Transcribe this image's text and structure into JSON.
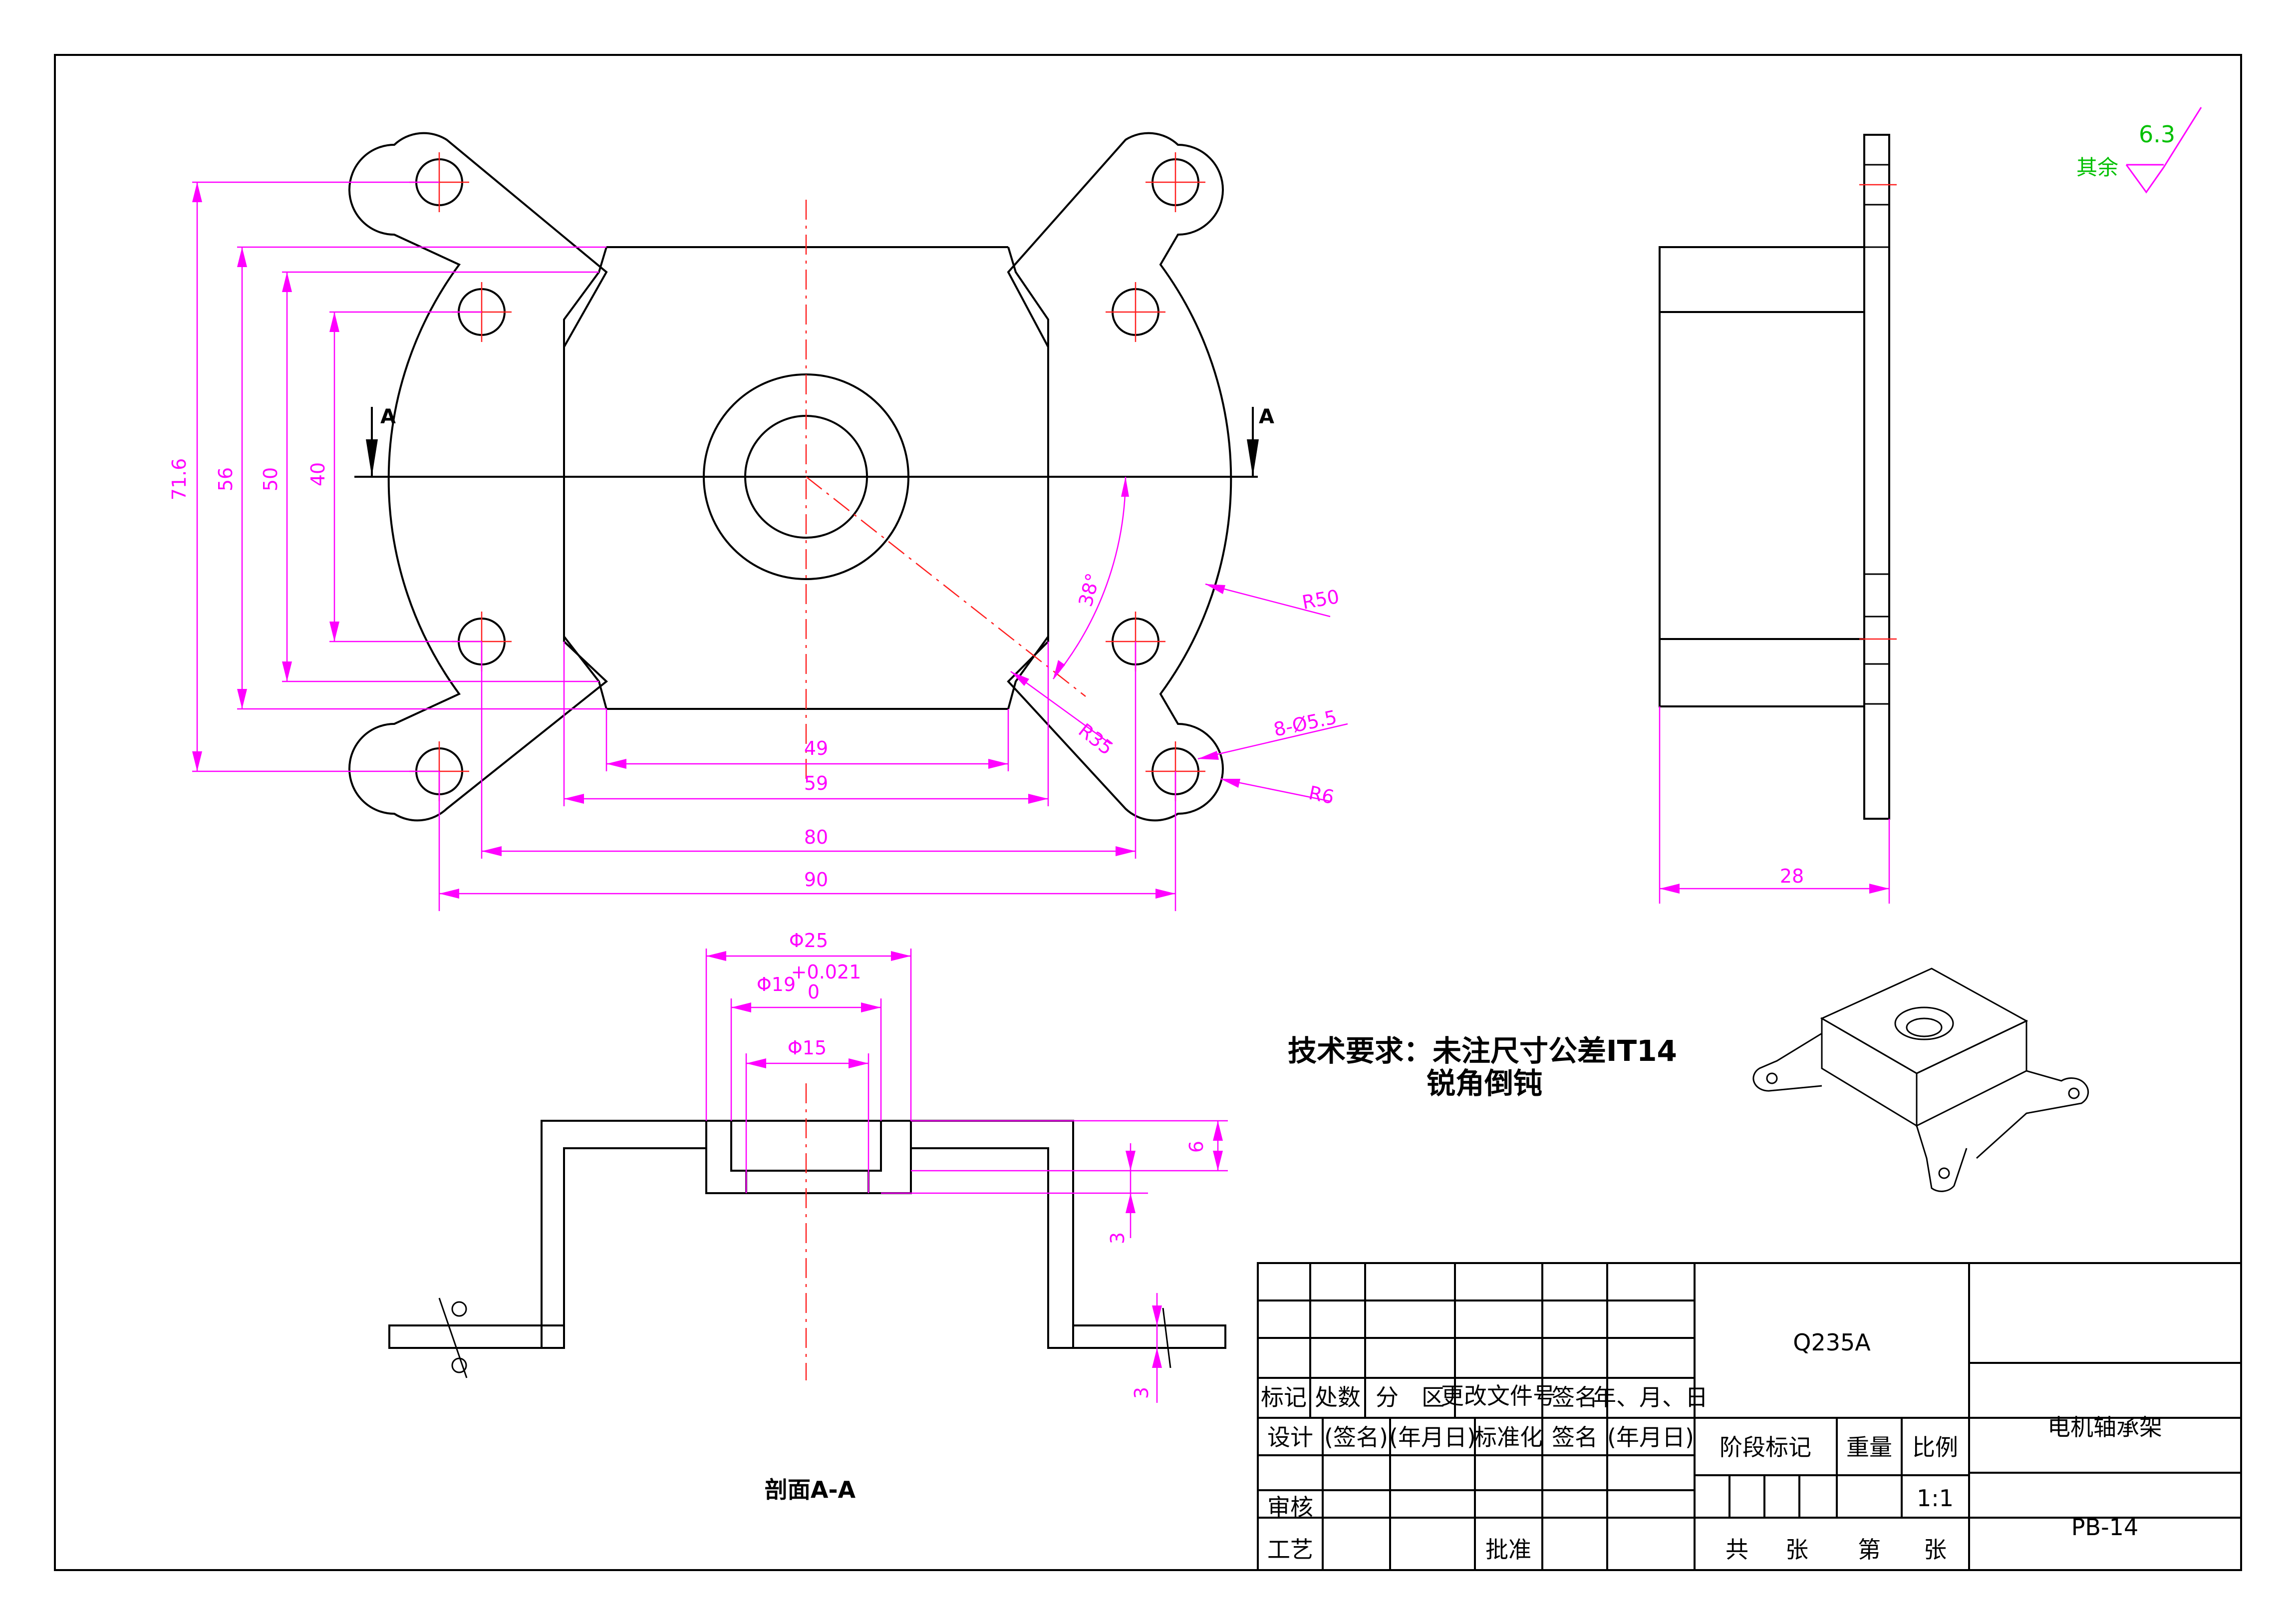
{
  "drawing": {
    "dimensions": {
      "h71": "71.6",
      "h56": "56",
      "h50": "50",
      "h40": "40",
      "w49": "49",
      "w59": "59",
      "w80": "80",
      "w90": "90",
      "r50": "R50",
      "r35": "R35",
      "r6": "R6",
      "holes": "8-Ø5.5",
      "angle": "38°",
      "depth28": "28",
      "d25": "Φ25",
      "d19": "Φ19",
      "tol_up": "+0.021",
      "tol_low": "0",
      "d15": "Φ15",
      "t6": "6",
      "t3a": "3",
      "t3b": "3"
    },
    "section_marks": {
      "left": "A",
      "right": "A"
    },
    "section_title": "剖面A-A",
    "tech_req_line1": "技术要求：未注尺寸公差IT14",
    "tech_req_line2": "锐角倒钝",
    "surface_finish": {
      "prefix": "其余",
      "value": "6.3"
    }
  },
  "title_block": {
    "material": "Q235A",
    "part_name": "电机轴承架",
    "part_number": "PB-14",
    "scale": "1:1",
    "headers": {
      "mark": "标记",
      "count": "处数",
      "zone": "分　区",
      "change_doc": "更改文件号",
      "signature": "签名",
      "date": "年、月、日"
    },
    "row_design": {
      "design": "设计",
      "sign": "(签名)",
      "date": "(年月日)",
      "standard": "标准化",
      "sign2": "签名",
      "date2": "(年月日)"
    },
    "stage_mark": "阶段标记",
    "weight": "重量",
    "ratio": "比例",
    "review": "审核",
    "process": "工艺",
    "approve": "批准",
    "total_sheets": "共",
    "sheets_unit": "张",
    "sheet_no": "第",
    "sheet_unit2": "张"
  }
}
